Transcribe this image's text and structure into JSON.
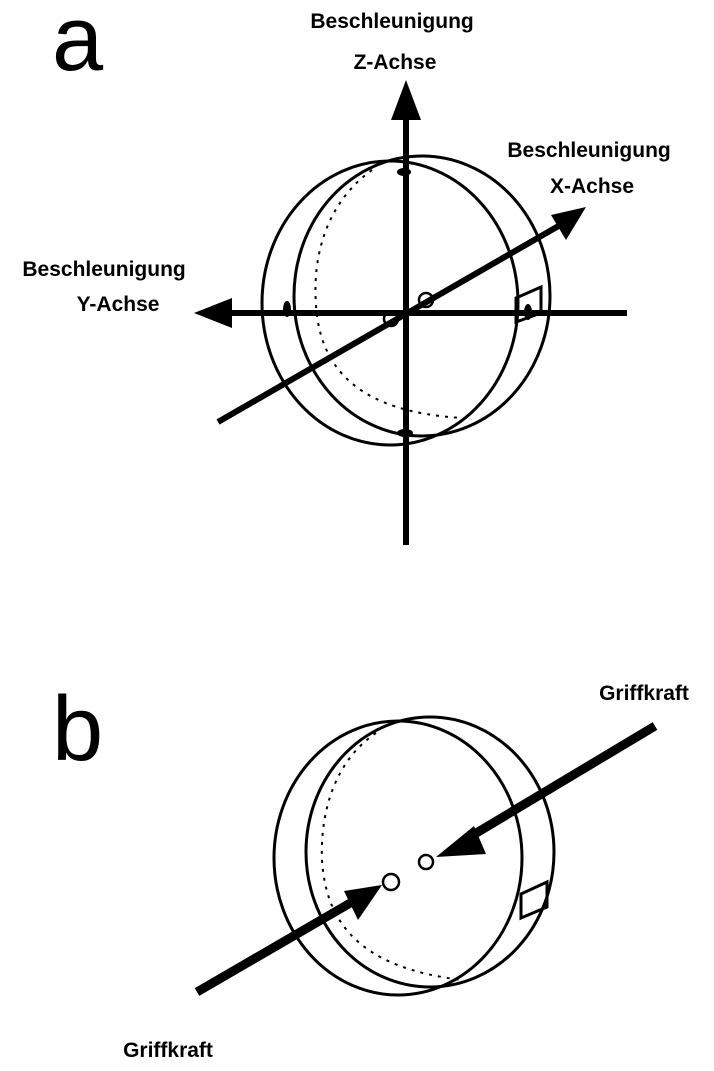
{
  "panel_a": {
    "letter": "a",
    "z_axis_label": [
      "Beschleunigung",
      "Z-Achse"
    ],
    "x_axis_label": [
      "Beschleunigung",
      "X-Achse"
    ],
    "y_axis_label": [
      "Beschleunigung",
      "Y-Achse"
    ]
  },
  "panel_b": {
    "letter": "b",
    "force_label_top": "Griffkraft",
    "force_label_bottom": "Griffkraft"
  }
}
